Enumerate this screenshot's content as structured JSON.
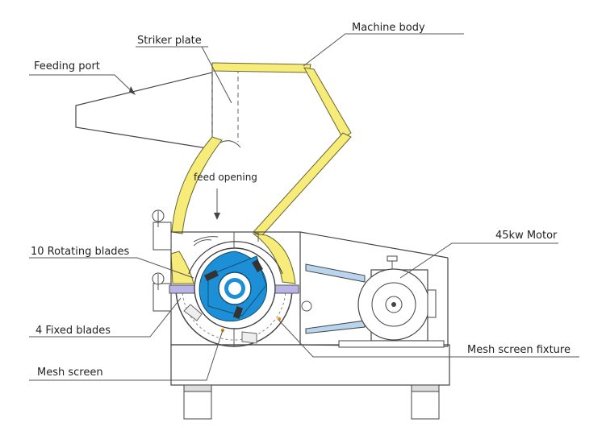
{
  "labels": {
    "machine_body": "Machine body",
    "striker_plate": "Striker plate",
    "feeding_port": "Feeding port",
    "feed_opening": "feed opening",
    "rotating_blades": "10 Rotating blades",
    "motor": "45kw Motor",
    "fixed_blades": "4 Fixed blades",
    "mesh_screen_fixture": "Mesh screen fixture",
    "mesh_screen": "Mesh screen"
  },
  "colors": {
    "body_highlight": "#f7ec7a",
    "rotor": "#1d8fd6",
    "screen_marker": "#e08a1c",
    "fixture_purple": "#b9b3e6"
  }
}
